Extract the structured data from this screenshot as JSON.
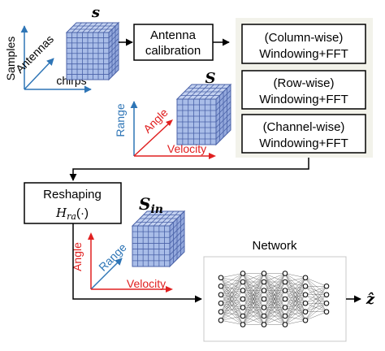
{
  "cube_s_top": {
    "symbol": "s"
  },
  "axes_top": {
    "vertical": "Samples",
    "diagonal": "Antennas",
    "horizontal": "chirps"
  },
  "antenna_calibration": {
    "line1": "Antenna",
    "line2": "calibration"
  },
  "processing": {
    "step1": {
      "line1": "(Column-wise)",
      "line2": "Windowing+FFT"
    },
    "step2": {
      "line1": "(Row-wise)",
      "line2": "Windowing+FFT"
    },
    "step3": {
      "line1": "(Channel-wise)",
      "line2": "Windowing+FFT"
    }
  },
  "cube_s_mid": {
    "symbol": "S"
  },
  "axes_mid": {
    "vertical": "Range",
    "diagonal": "Angle",
    "horizontal": "Velocity"
  },
  "reshaping": {
    "line1": "Reshaping",
    "func": "H",
    "sub": "ra",
    "arg": "(·)"
  },
  "cube_sin": {
    "symbol": "S",
    "sub": "in"
  },
  "axes_bottom": {
    "vertical": "Angle",
    "diagonal": "Range",
    "horizontal": "Velocity"
  },
  "network": {
    "title": "Network"
  },
  "output": {
    "symbol": "ẑ"
  },
  "colors": {
    "cube_face": "#a9bde8",
    "cube_grid": "#4a62a8",
    "blue_axis": "#2e75b6",
    "red_label": "#e02020",
    "panel_bg": "#f2f2ea"
  }
}
